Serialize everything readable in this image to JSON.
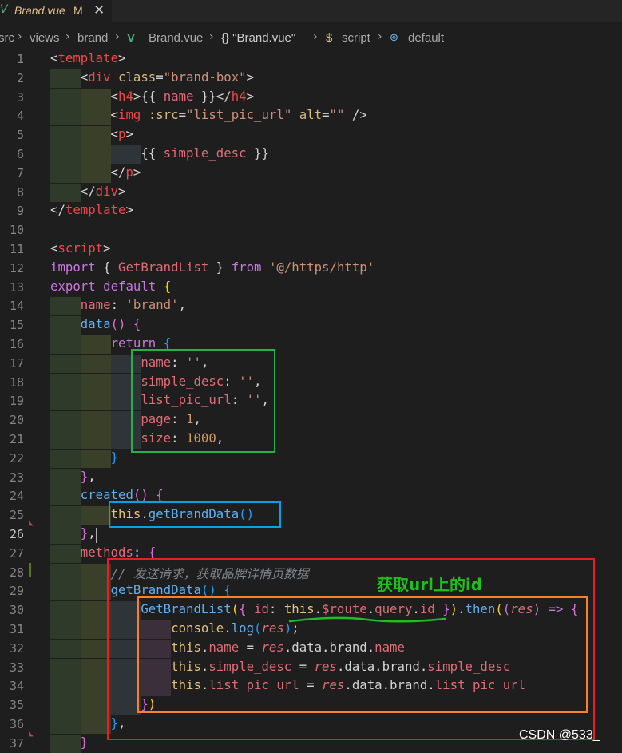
{
  "tab": {
    "file_name": "Brand.vue",
    "modified": "M",
    "close": "✕"
  },
  "breadcrumb": {
    "items": [
      "src",
      "views",
      "brand",
      "Brand.vue",
      "{} \"Brand.vue\"",
      "script",
      "default"
    ],
    "vue_glyph": "V",
    "module_glyph": "$"
  },
  "editor": {
    "active_line": "26",
    "lines": [
      [
        [
          "<",
          "t-brk"
        ],
        [
          "template",
          "t-tag"
        ],
        [
          ">",
          "t-brk"
        ]
      ],
      [
        [
          "    <",
          "t-brk"
        ],
        [
          "div",
          "t-tag"
        ],
        [
          " ",
          "t-plain"
        ],
        [
          "class",
          "t-attr"
        ],
        [
          "=",
          "t-plain"
        ],
        [
          "\"brand-box\"",
          "t-str"
        ],
        [
          ">",
          "t-brk"
        ]
      ],
      [
        [
          "        <",
          "t-brk"
        ],
        [
          "h4",
          "t-tag"
        ],
        [
          ">{{ ",
          "t-brk"
        ],
        [
          "name",
          "t-var"
        ],
        [
          " }}</",
          "t-brk"
        ],
        [
          "h4",
          "t-tag"
        ],
        [
          ">",
          "t-brk"
        ]
      ],
      [
        [
          "        <",
          "t-brk"
        ],
        [
          "img",
          "t-tag"
        ],
        [
          " ",
          "t-plain"
        ],
        [
          ":src",
          "t-attr"
        ],
        [
          "=",
          "t-plain"
        ],
        [
          "\"list_pic_url\"",
          "t-str"
        ],
        [
          " ",
          "t-plain"
        ],
        [
          "alt",
          "t-attr"
        ],
        [
          "=",
          "t-plain"
        ],
        [
          "\"\"",
          "t-str"
        ],
        [
          " />",
          "t-brk"
        ]
      ],
      [
        [
          "        <",
          "t-brk"
        ],
        [
          "p",
          "t-tag"
        ],
        [
          ">",
          "t-brk"
        ]
      ],
      [
        [
          "            {{ ",
          "t-brk"
        ],
        [
          "simple_desc",
          "t-var"
        ],
        [
          " }}",
          "t-brk"
        ]
      ],
      [
        [
          "        </",
          "t-brk"
        ],
        [
          "p",
          "t-tag"
        ],
        [
          ">",
          "t-brk"
        ]
      ],
      [
        [
          "    </",
          "t-brk"
        ],
        [
          "div",
          "t-tag"
        ],
        [
          ">",
          "t-brk"
        ]
      ],
      [
        [
          "</",
          "t-brk"
        ],
        [
          "template",
          "t-tag"
        ],
        [
          ">",
          "t-brk"
        ]
      ],
      [
        [
          "",
          "t-plain"
        ]
      ],
      [
        [
          "<",
          "t-brk"
        ],
        [
          "script",
          "t-tag"
        ],
        [
          ">",
          "t-brk"
        ]
      ],
      [
        [
          "import",
          "t-kw"
        ],
        [
          " { ",
          "t-plain"
        ],
        [
          "GetBrandList",
          "t-var"
        ],
        [
          " } ",
          "t-plain"
        ],
        [
          "from",
          "t-kw"
        ],
        [
          " ",
          "t-plain"
        ],
        [
          "'@/https/http'",
          "t-str"
        ]
      ],
      [
        [
          "export",
          "t-kw"
        ],
        [
          " ",
          "t-plain"
        ],
        [
          "default",
          "t-kw"
        ],
        [
          " ",
          "t-plain"
        ],
        [
          "{",
          "t-br1"
        ]
      ],
      [
        [
          "    ",
          "t-plain"
        ],
        [
          "name",
          "t-prop"
        ],
        [
          ": ",
          "t-plain"
        ],
        [
          "'brand'",
          "t-str"
        ],
        [
          ",",
          "t-plain"
        ]
      ],
      [
        [
          "    ",
          "t-plain"
        ],
        [
          "data",
          "t-fn"
        ],
        [
          "() ",
          "t-br2"
        ],
        [
          "{",
          "t-br2"
        ]
      ],
      [
        [
          "        ",
          "t-plain"
        ],
        [
          "return",
          "t-kw"
        ],
        [
          " ",
          "t-plain"
        ],
        [
          "{",
          "t-br3"
        ]
      ],
      [
        [
          "            ",
          "t-plain"
        ],
        [
          "name",
          "t-prop"
        ],
        [
          ": ",
          "t-plain"
        ],
        [
          "''",
          "t-str"
        ],
        [
          ",",
          "t-plain"
        ]
      ],
      [
        [
          "            ",
          "t-plain"
        ],
        [
          "simple_desc",
          "t-prop"
        ],
        [
          ": ",
          "t-plain"
        ],
        [
          "''",
          "t-str"
        ],
        [
          ",",
          "t-plain"
        ]
      ],
      [
        [
          "            ",
          "t-plain"
        ],
        [
          "list_pic_url",
          "t-prop"
        ],
        [
          ": ",
          "t-plain"
        ],
        [
          "''",
          "t-str"
        ],
        [
          ",",
          "t-plain"
        ]
      ],
      [
        [
          "            ",
          "t-plain"
        ],
        [
          "page",
          "t-prop"
        ],
        [
          ": ",
          "t-plain"
        ],
        [
          "1",
          "t-num"
        ],
        [
          ",",
          "t-plain"
        ]
      ],
      [
        [
          "            ",
          "t-plain"
        ],
        [
          "size",
          "t-prop"
        ],
        [
          ": ",
          "t-plain"
        ],
        [
          "1000",
          "t-num"
        ],
        [
          ",",
          "t-plain"
        ]
      ],
      [
        [
          "        ",
          "t-plain"
        ],
        [
          "}",
          "t-br3"
        ]
      ],
      [
        [
          "    ",
          "t-plain"
        ],
        [
          "}",
          "t-br2"
        ],
        [
          ",",
          "t-plain"
        ]
      ],
      [
        [
          "    ",
          "t-plain"
        ],
        [
          "created",
          "t-fn"
        ],
        [
          "() ",
          "t-br2"
        ],
        [
          "{",
          "t-br2"
        ]
      ],
      [
        [
          "        ",
          "t-plain"
        ],
        [
          "this",
          "t-this"
        ],
        [
          ".",
          "t-plain"
        ],
        [
          "getBrandData",
          "t-fn"
        ],
        [
          "()",
          "t-br3"
        ]
      ],
      [
        [
          "    ",
          "t-plain"
        ],
        [
          "}",
          "t-br2"
        ],
        [
          ",",
          "t-plain"
        ]
      ],
      [
        [
          "    ",
          "t-plain"
        ],
        [
          "methods",
          "t-prop"
        ],
        [
          ": ",
          "t-plain"
        ],
        [
          "{",
          "t-br2"
        ]
      ],
      [
        [
          "        ",
          "t-plain"
        ],
        [
          "// 发送请求，获取品牌详情页数据",
          "t-cmt"
        ]
      ],
      [
        [
          "        ",
          "t-plain"
        ],
        [
          "getBrandData",
          "t-fn"
        ],
        [
          "() ",
          "t-br3"
        ],
        [
          "{",
          "t-br3"
        ]
      ],
      [
        [
          "            ",
          "t-plain"
        ],
        [
          "GetBrandList",
          "t-fn"
        ],
        [
          "(",
          "t-br1"
        ],
        [
          "{ ",
          "t-br2"
        ],
        [
          "id",
          "t-prop"
        ],
        [
          ": ",
          "t-plain"
        ],
        [
          "this",
          "t-this"
        ],
        [
          ".",
          "t-plain"
        ],
        [
          "$route",
          "t-prop"
        ],
        [
          ".",
          "t-plain"
        ],
        [
          "query",
          "t-prop"
        ],
        [
          ".",
          "t-plain"
        ],
        [
          "id",
          "t-prop"
        ],
        [
          " }",
          "t-br2"
        ],
        [
          ")",
          "t-br1"
        ],
        [
          ".",
          "t-plain"
        ],
        [
          "then",
          "t-fn"
        ],
        [
          "(",
          "t-br1"
        ],
        [
          "(",
          "t-br2"
        ],
        [
          "res",
          "t-param"
        ],
        [
          ")",
          "t-br2"
        ],
        [
          " => ",
          "t-kw"
        ],
        [
          "{",
          "t-br2"
        ]
      ],
      [
        [
          "                ",
          "t-plain"
        ],
        [
          "console",
          "t-obj"
        ],
        [
          ".",
          "t-plain"
        ],
        [
          "log",
          "t-fn"
        ],
        [
          "(",
          "t-br3"
        ],
        [
          "res",
          "t-param"
        ],
        [
          ")",
          "t-br3"
        ],
        [
          ";",
          "t-plain"
        ]
      ],
      [
        [
          "                ",
          "t-plain"
        ],
        [
          "this",
          "t-this"
        ],
        [
          ".",
          "t-plain"
        ],
        [
          "name",
          "t-prop"
        ],
        [
          " = ",
          "t-plain"
        ],
        [
          "res",
          "t-param"
        ],
        [
          ".data.brand.",
          "t-plain"
        ],
        [
          "name",
          "t-prop"
        ]
      ],
      [
        [
          "                ",
          "t-plain"
        ],
        [
          "this",
          "t-this"
        ],
        [
          ".",
          "t-plain"
        ],
        [
          "simple_desc",
          "t-prop"
        ],
        [
          " = ",
          "t-plain"
        ],
        [
          "res",
          "t-param"
        ],
        [
          ".data.brand.",
          "t-plain"
        ],
        [
          "simple_desc",
          "t-prop"
        ]
      ],
      [
        [
          "                ",
          "t-plain"
        ],
        [
          "this",
          "t-this"
        ],
        [
          ".",
          "t-plain"
        ],
        [
          "list_pic_url",
          "t-prop"
        ],
        [
          " = ",
          "t-plain"
        ],
        [
          "res",
          "t-param"
        ],
        [
          ".data.brand.",
          "t-plain"
        ],
        [
          "list_pic_url",
          "t-prop"
        ]
      ],
      [
        [
          "            ",
          "t-plain"
        ],
        [
          "}",
          "t-br2"
        ],
        [
          ")",
          "t-br1"
        ]
      ],
      [
        [
          "        ",
          "t-plain"
        ],
        [
          "}",
          "t-br3"
        ],
        [
          ",",
          "t-plain"
        ]
      ],
      [
        [
          "    ",
          "t-plain"
        ],
        [
          "}",
          "t-br2"
        ]
      ]
    ]
  },
  "annotations": {
    "note": "获取url上的id",
    "colors": {
      "green": "#22b14c",
      "blue": "#00a2e8",
      "red": "#ed1c24",
      "orange": "#ff7f27",
      "underline": "#1fbf1f"
    }
  },
  "watermark": "CSDN @533_"
}
